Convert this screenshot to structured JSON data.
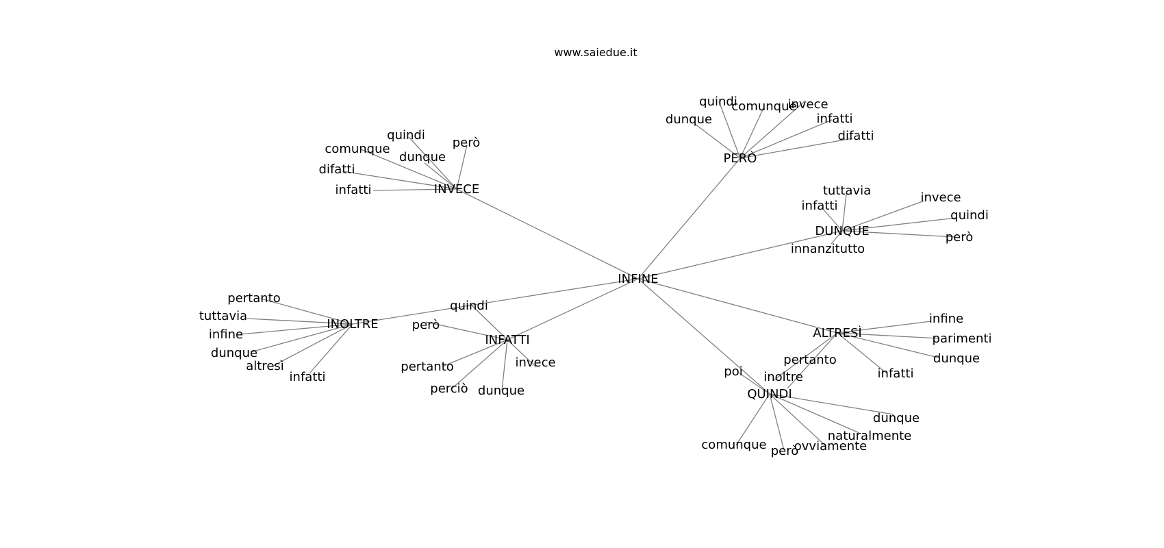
{
  "site_title": "www.saiedue.it",
  "colors": {
    "edge": "#808080",
    "text": "#000000",
    "background": "#ffffff"
  },
  "hubs": [
    {
      "id": "infine",
      "label": "INFINE",
      "children": [
        "invece",
        "pero",
        "dunque",
        "infatti",
        "inoltre",
        "altresi",
        "quindi"
      ]
    },
    {
      "id": "invece",
      "label": "INVECE",
      "children": [
        "quindi",
        "però",
        "comunque",
        "dunque",
        "difatti",
        "infatti"
      ]
    },
    {
      "id": "pero",
      "label": "PERÒ",
      "children": [
        "quindi",
        "comunque",
        "invece",
        "dunque",
        "infatti",
        "difatti"
      ]
    },
    {
      "id": "dunque",
      "label": "DUNQUE",
      "children": [
        "tuttavia",
        "invece",
        "infatti",
        "quindi",
        "però",
        "innanzitutto"
      ]
    },
    {
      "id": "inoltre",
      "label": "INOLTRE",
      "children": [
        "pertanto",
        "tuttavia",
        "infine",
        "dunque",
        "altresì",
        "infatti"
      ]
    },
    {
      "id": "infatti",
      "label": "INFATTI",
      "children": [
        "quindi",
        "però",
        "pertanto",
        "invece",
        "perciò",
        "dunque"
      ]
    },
    {
      "id": "altresi",
      "label": "ALTRESÌ",
      "children": [
        "infine",
        "parimenti",
        "pertanto",
        "dunque",
        "inoltre",
        "infatti"
      ]
    },
    {
      "id": "quindi",
      "label": "QUINDI",
      "children": [
        "poi",
        "dunque",
        "naturalmente",
        "comunque",
        "ovviamente",
        "però"
      ]
    }
  ]
}
